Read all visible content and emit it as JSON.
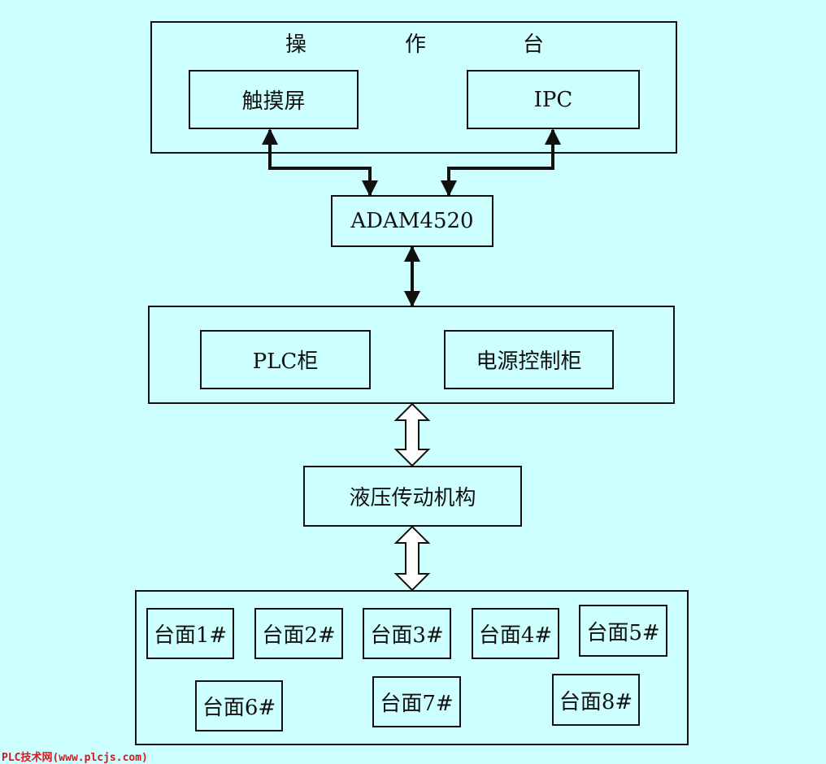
{
  "console": {
    "title_chars": [
      "操",
      "作",
      "台"
    ],
    "touchscreen": "触摸屏",
    "ipc": "IPC"
  },
  "adam": "ADAM4520",
  "cabinet": {
    "plc": "PLC柜",
    "power_control": "电源控制柜"
  },
  "hydraulic": "液压传动机构",
  "tables": {
    "row1": [
      "台面1#",
      "台面2#",
      "台面3#",
      "台面4#",
      "台面5#"
    ],
    "row2": [
      "台面6#",
      "台面7#",
      "台面8#"
    ]
  },
  "watermark": "PLC技术网(www.plcjs.com)"
}
